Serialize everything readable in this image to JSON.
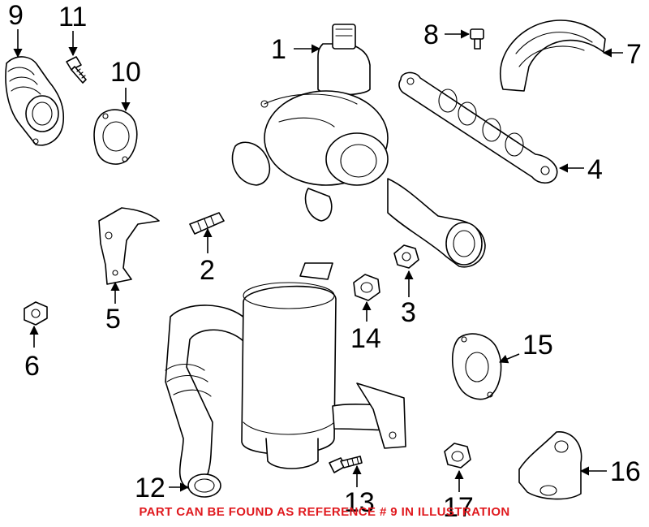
{
  "diagram": {
    "callouts": [
      {
        "id": "c1",
        "label": "1"
      },
      {
        "id": "c2",
        "label": "2"
      },
      {
        "id": "c3",
        "label": "3"
      },
      {
        "id": "c4",
        "label": "4"
      },
      {
        "id": "c5",
        "label": "5"
      },
      {
        "id": "c6",
        "label": "6"
      },
      {
        "id": "c7",
        "label": "7"
      },
      {
        "id": "c8",
        "label": "8"
      },
      {
        "id": "c9",
        "label": "9"
      },
      {
        "id": "c10",
        "label": "10"
      },
      {
        "id": "c11",
        "label": "11"
      },
      {
        "id": "c12",
        "label": "12"
      },
      {
        "id": "c13",
        "label": "13"
      },
      {
        "id": "c14",
        "label": "14"
      },
      {
        "id": "c15",
        "label": "15"
      },
      {
        "id": "c16",
        "label": "16"
      },
      {
        "id": "c17",
        "label": "17"
      }
    ],
    "note": "PART CAN BE FOUND AS REFERENCE # 9 IN ILLUSTRATION",
    "note_color": "#e0191e"
  }
}
